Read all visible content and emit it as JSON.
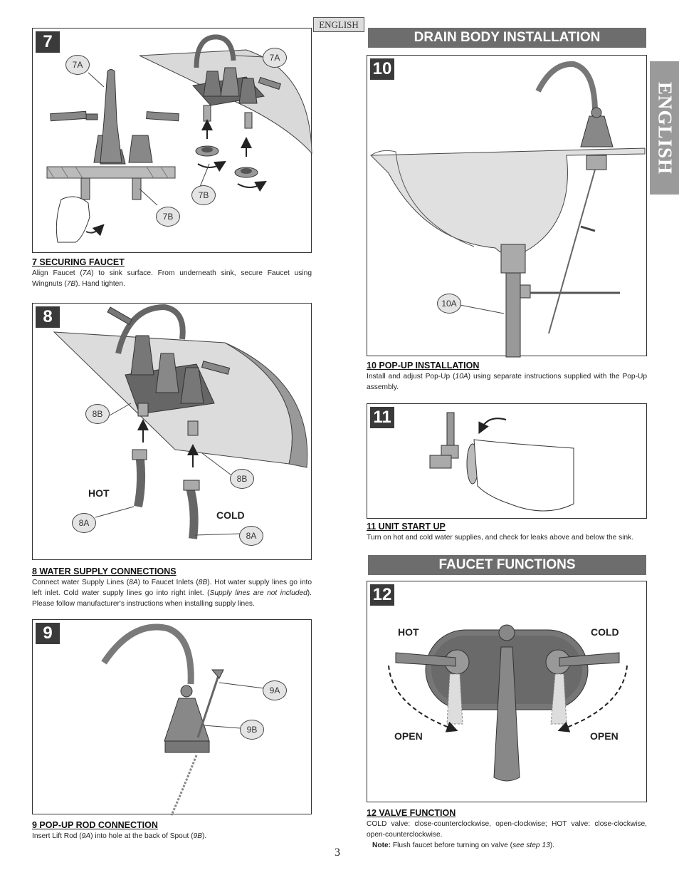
{
  "header": {
    "language_tag": "ENGLISH",
    "side_tab": "ENGLISH",
    "page_number": "3"
  },
  "sections": {
    "drain_body": "DRAIN BODY INSTALLATION",
    "faucet_functions": "FAUCET FUNCTIONS"
  },
  "steps": {
    "s7": {
      "num": "7",
      "title": "7  SECURING FAUCET",
      "body_1": "Align Faucet (",
      "ref_1": "7A",
      "body_2": ") to sink surface.  From underneath sink, secure Faucet using Wingnuts (",
      "ref_2": "7B",
      "body_3": "). Hand tighten.",
      "callouts": [
        "7A",
        "7A",
        "7B",
        "7B"
      ]
    },
    "s8": {
      "num": "8",
      "title": "8  WATER SUPPLY CONNECTIONS",
      "body_1": "Connect water Supply Lines (",
      "ref_1": "8A",
      "body_2": ") to Faucet Inlets (",
      "ref_2": "8B",
      "body_3": ").  Hot water supply lines go into left inlet.  Cold water supply lines go into right inlet.  (",
      "ref_3": "Supply lines are not included",
      "body_4": "). Please follow manufacturer's instructions when installing supply lines.",
      "callouts": [
        "8B",
        "8B",
        "8A",
        "8A"
      ],
      "hot": "HOT",
      "cold": "COLD"
    },
    "s9": {
      "num": "9",
      "title": "9  POP-UP ROD CONNECTION",
      "body_1": "Insert Lift Rod (",
      "ref_1": "9A",
      "body_2": ") into hole at the back of Spout (",
      "ref_2": "9B",
      "body_3": ").",
      "callouts": [
        "9A",
        "9B"
      ]
    },
    "s10": {
      "num": "10",
      "title": "10  POP-UP INSTALLATION",
      "body_1": "Install and adjust Pop-Up (",
      "ref_1": "10A",
      "body_2": ") using separate instructions supplied with the Pop-Up assembly.",
      "callouts": [
        "10A"
      ]
    },
    "s11": {
      "num": "11",
      "title": "11  UNIT START UP",
      "body_1": "Turn on hot and cold water supplies, and check for leaks above and below the sink."
    },
    "s12": {
      "num": "12",
      "title": "12  VALVE FUNCTION",
      "body_1": "COLD valve: close-counterclockwise, open-clockwise; HOT valve: close-clockwise, open-counterclockwise.",
      "note_label": "Note:",
      "note_1": " Flush faucet before turning on valve (",
      "note_ref": "see step 13",
      "note_2": ").",
      "hot": "HOT",
      "cold": "COLD",
      "open_left": "OPEN",
      "open_right": "OPEN"
    }
  }
}
